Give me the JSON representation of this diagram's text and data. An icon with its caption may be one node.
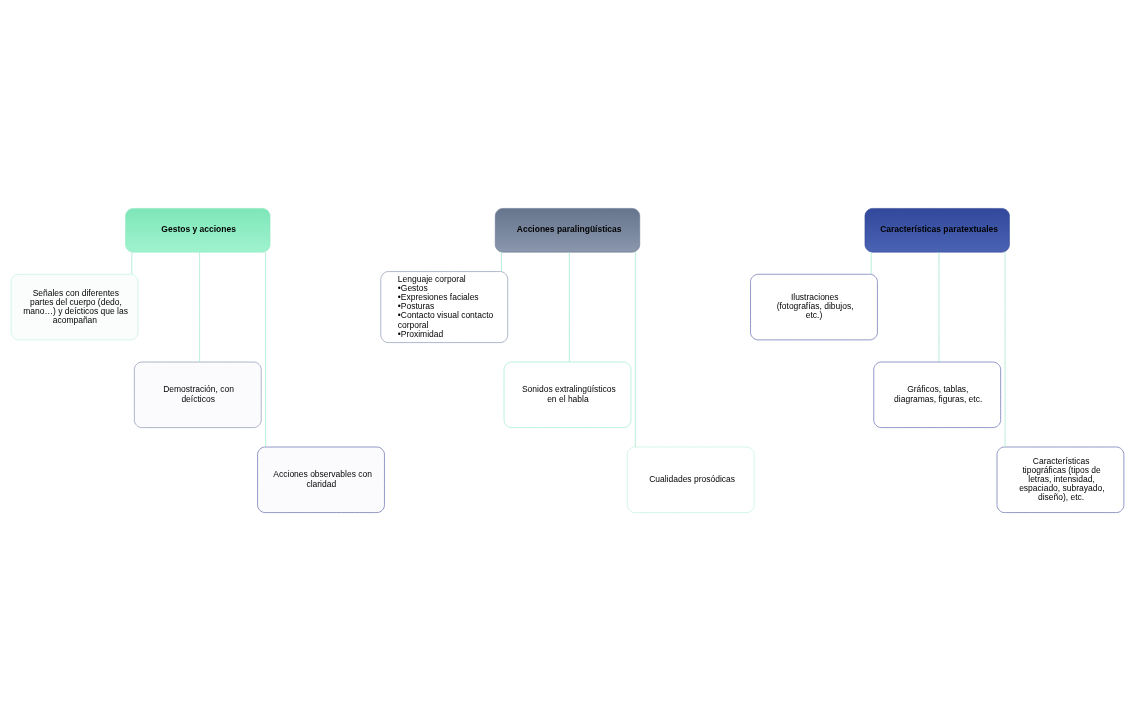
{
  "diagram": {
    "nodes": [
      {
        "text": [
          "Gestos y acciones"
        ]
      },
      {
        "text": [
          "Señales con diferentes partes del cuerpo (dedo, mano…) y deícticos que las acompañan"
        ]
      },
      {
        "text": [
          "Demostración, con deícticos"
        ]
      },
      {
        "text": [
          "Acciones observables con claridad"
        ]
      },
      {
        "text": [
          "Acciones paralingüísticas"
        ]
      },
      {
        "text": [
          "Lenguaje corporal",
          "•Gestos",
          "•Expresiones faciales",
          "•Posturas",
          "•Contacto visual contacto corporal",
          "•Proximidad"
        ]
      },
      {
        "text": [
          "Sonidos extralingüísticos en el habla"
        ]
      },
      {
        "text": [
          "Cualidades prosódicas"
        ]
      },
      {
        "text": [
          "Características paratextuales"
        ]
      },
      {
        "text": [
          "Ilustraciones (fotografías, dibujos, etc.)"
        ]
      },
      {
        "text": [
          "Gráficos, tablas, diagramas, figuras, etc."
        ]
      },
      {
        "text": [
          "Características tipográficas (tipos de letras, intensidad, espaciado, subrayado, diseño), etc."
        ]
      }
    ],
    "edges": [
      {
        "from": 0,
        "to": 1,
        "arrow": "none"
      },
      {
        "from": 0,
        "to": 2,
        "arrow": "none"
      },
      {
        "from": 0,
        "to": 3,
        "arrow": "none"
      },
      {
        "from": 4,
        "to": 5,
        "arrow": "none"
      },
      {
        "from": 4,
        "to": 6,
        "arrow": "none"
      },
      {
        "from": 4,
        "to": 7,
        "arrow": "none"
      },
      {
        "from": 8,
        "to": 9,
        "arrow": "none"
      },
      {
        "from": 8,
        "to": 10,
        "arrow": "none"
      },
      {
        "from": 8,
        "to": 11,
        "arrow": "none"
      }
    ]
  }
}
